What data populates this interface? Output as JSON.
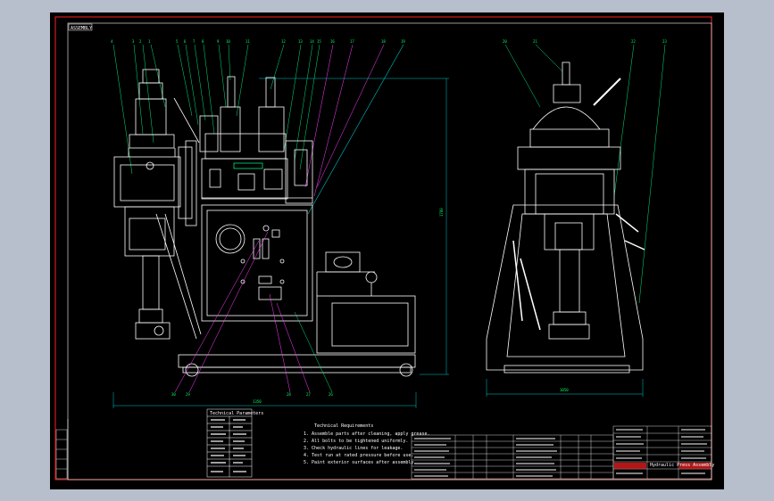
{
  "drawing": {
    "corner_tag": "ASSEMBLY",
    "dim_horizontal_left": "1350",
    "dim_vertical": "1780",
    "dim_horizontal_right": "1050",
    "tech_title": "Technical Requirements",
    "tech_lines": [
      "1. Assemble parts after cleaning, apply grease.",
      "2. All bolts to be tightened uniformly.",
      "3. Check hydraulic lines for leakage.",
      "4. Test run at rated pressure before use.",
      "5. Paint exterior surfaces after assembly."
    ],
    "param_header": "Technical Parameters",
    "drawing_title": "Hydraulic Press Assembly",
    "colors": {
      "background": "#000000",
      "frame_outer": "#b6bfcb",
      "border_red": "#ff2020",
      "line_white": "#ffffff",
      "leader_green": "#00e676",
      "leader_cyan": "#00ffff",
      "leader_magenta": "#ff40ff",
      "dim_cyan": "#00c8c8"
    }
  }
}
